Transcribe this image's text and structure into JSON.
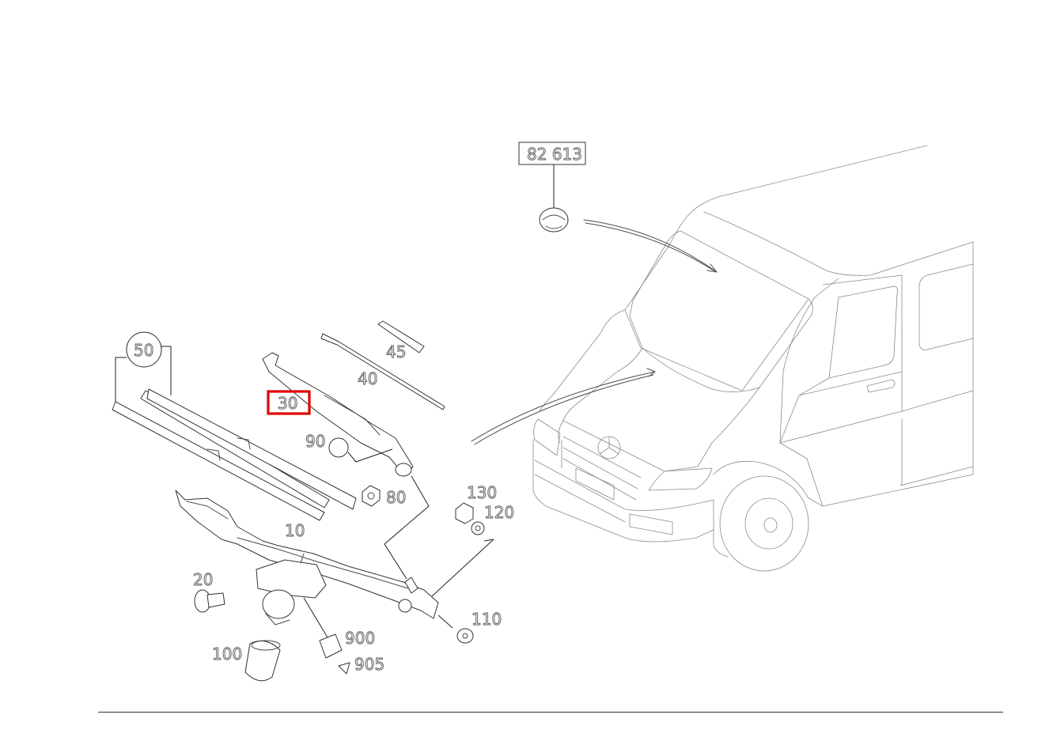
{
  "diagram": {
    "parts": [
      {
        "id": "p10",
        "label": "10"
      },
      {
        "id": "p20",
        "label": "20"
      },
      {
        "id": "p30",
        "label": "30",
        "highlighted": true
      },
      {
        "id": "p40",
        "label": "40"
      },
      {
        "id": "p45",
        "label": "45"
      },
      {
        "id": "p50",
        "label": "50"
      },
      {
        "id": "p80",
        "label": "80"
      },
      {
        "id": "p90",
        "label": "90"
      },
      {
        "id": "p100",
        "label": "100"
      },
      {
        "id": "p110",
        "label": "110"
      },
      {
        "id": "p120",
        "label": "120"
      },
      {
        "id": "p130",
        "label": "130"
      },
      {
        "id": "p900",
        "label": "900"
      },
      {
        "id": "p905",
        "label": "905"
      }
    ],
    "reference_box": {
      "label": "82 613"
    },
    "highlight_color": "#e00000"
  }
}
